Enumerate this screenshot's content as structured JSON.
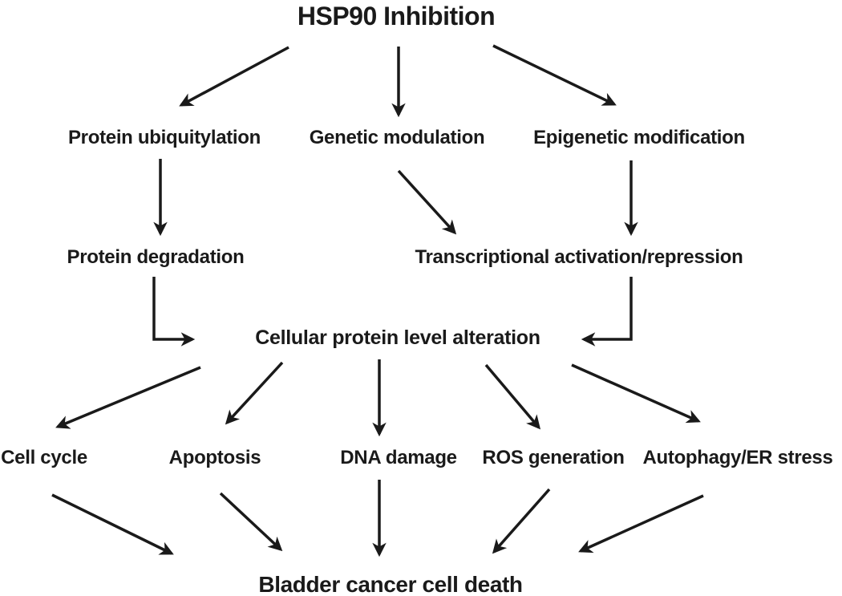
{
  "diagram": {
    "title": "HSP90 Inhibition",
    "nodes": {
      "title": "HSP90 Inhibition",
      "protein_ubiquitylation": "Protein ubiquitylation",
      "genetic_modulation": "Genetic modulation",
      "epigenetic_modification": "Epigenetic modification",
      "protein_degradation": "Protein degradation",
      "transcriptional_activation_repression": "Transcriptional activation/repression",
      "cellular_protein_level_alteration": "Cellular protein level alteration",
      "cell_cycle": "Cell cycle",
      "apoptosis": "Apoptosis",
      "dna_damage": "DNA damage",
      "ros_generation": "ROS generation",
      "autophagy_er_stress": "Autophagy/ER stress",
      "bladder_cancer_cell_death": "Bladder cancer cell death"
    },
    "edges": [
      {
        "from": "HSP90 Inhibition",
        "to": "Protein ubiquitylation"
      },
      {
        "from": "HSP90 Inhibition",
        "to": "Genetic modulation"
      },
      {
        "from": "HSP90 Inhibition",
        "to": "Epigenetic modification"
      },
      {
        "from": "Protein ubiquitylation",
        "to": "Protein degradation"
      },
      {
        "from": "Genetic modulation",
        "to": "Transcriptional activation/repression"
      },
      {
        "from": "Epigenetic modification",
        "to": "Transcriptional activation/repression"
      },
      {
        "from": "Protein degradation",
        "to": "Cellular protein level alteration"
      },
      {
        "from": "Transcriptional activation/repression",
        "to": "Cellular protein level alteration"
      },
      {
        "from": "Cellular protein level alteration",
        "to": "Cell cycle"
      },
      {
        "from": "Cellular protein level alteration",
        "to": "Apoptosis"
      },
      {
        "from": "Cellular protein level alteration",
        "to": "DNA damage"
      },
      {
        "from": "Cellular protein level alteration",
        "to": "ROS generation"
      },
      {
        "from": "Cellular protein level alteration",
        "to": "Autophagy/ER stress"
      },
      {
        "from": "Cell cycle",
        "to": "Bladder cancer cell death"
      },
      {
        "from": "Apoptosis",
        "to": "Bladder cancer cell death"
      },
      {
        "from": "DNA damage",
        "to": "Bladder cancer cell death"
      },
      {
        "from": "ROS generation",
        "to": "Bladder cancer cell death"
      },
      {
        "from": "Autophagy/ER stress",
        "to": "Bladder cancer cell death"
      }
    ],
    "colors": {
      "text": "#1a1a1a",
      "arrow": "#1a1a1a",
      "background": "#ffffff"
    }
  }
}
